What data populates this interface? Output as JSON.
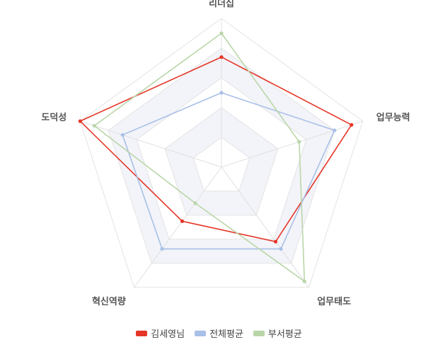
{
  "chart_data": {
    "type": "radar",
    "categories": [
      "리더십",
      "업무능력",
      "업무태도",
      "혁신역량",
      "도덕성"
    ],
    "rlim": [
      0,
      100
    ],
    "rings": 5,
    "grid": true,
    "legend_position": "bottom",
    "series": [
      {
        "name": "김세영님",
        "color": "#e53527",
        "values": [
          74,
          92,
          62,
          45,
          100
        ]
      },
      {
        "name": "전체평균",
        "color": "#a8c0e8",
        "values": [
          50,
          80,
          68,
          68,
          70
        ]
      },
      {
        "name": "부서평균",
        "color": "#b9d6a8",
        "values": [
          90,
          55,
          95,
          30,
          90
        ]
      }
    ]
  }
}
